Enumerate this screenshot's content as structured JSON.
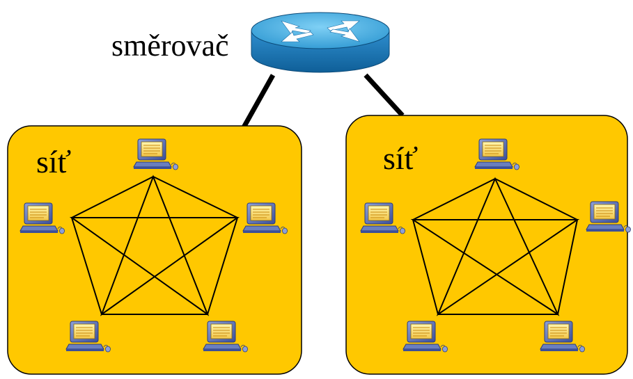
{
  "router": {
    "label": "směrovač",
    "icon": "router-icon"
  },
  "networks": [
    {
      "label": "síť",
      "computers": 5
    },
    {
      "label": "síť",
      "computers": 5
    }
  ],
  "colors": {
    "network_fill": "#FFC800",
    "router_top": "#3AA3D8",
    "router_side": "#1E78B4",
    "lines": "#000000"
  }
}
